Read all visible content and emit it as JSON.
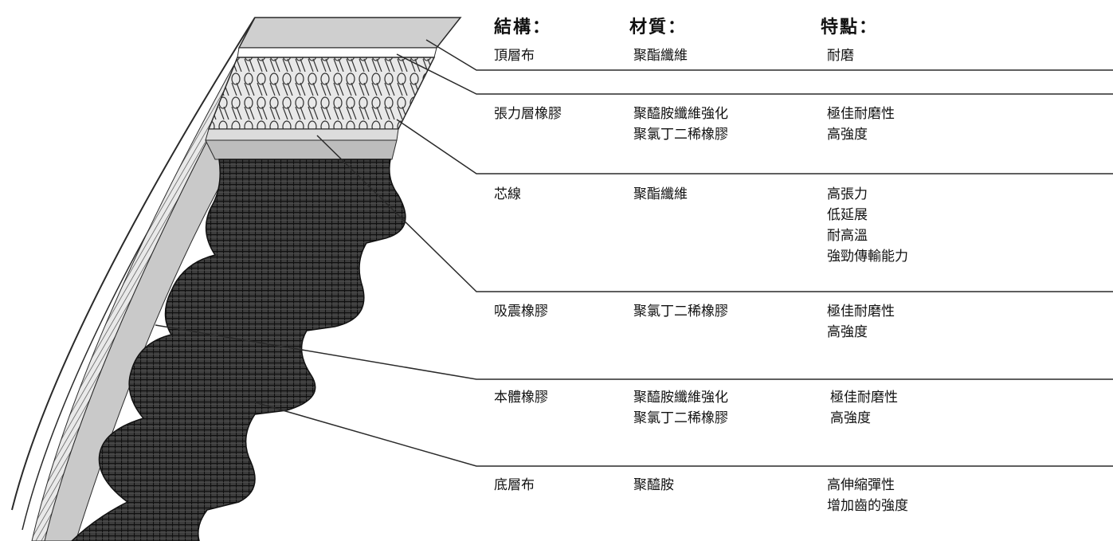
{
  "headers": {
    "structure": "結構：",
    "material": "材質：",
    "feature": "特點："
  },
  "rows": [
    {
      "structure": "頂層布",
      "material": [
        "聚酯纖維"
      ],
      "features": [
        "耐磨"
      ]
    },
    {
      "structure": "張力層橡膠",
      "material": [
        "聚醯胺纖維強化",
        "聚氯丁二稀橡膠"
      ],
      "features": [
        "極佳耐磨性",
        "高強度"
      ]
    },
    {
      "structure": "芯線",
      "material": [
        "聚酯纖維"
      ],
      "features": [
        "高張力",
        "低延展",
        "耐高溫",
        "強勁傳輸能力"
      ]
    },
    {
      "structure": "吸震橡膠",
      "material": [
        "聚氯丁二稀橡膠"
      ],
      "features": [
        "極佳耐磨性",
        "高強度"
      ]
    },
    {
      "structure": "本體橡膠",
      "material": [
        "聚醯胺纖維強化",
        "聚氯丁二稀橡膠"
      ],
      "features": [
        "極佳耐磨性",
        "高強度"
      ]
    },
    {
      "structure": "底層布",
      "material": [
        "聚醯胺"
      ],
      "features": [
        "高伸縮彈性",
        "增加齒的強度"
      ]
    }
  ],
  "colors": {
    "line": "#2a2a2a",
    "body_gray": "#c9c9c9",
    "mesh": "#1e1e1e",
    "top_fabric": "#cfcfcf"
  }
}
